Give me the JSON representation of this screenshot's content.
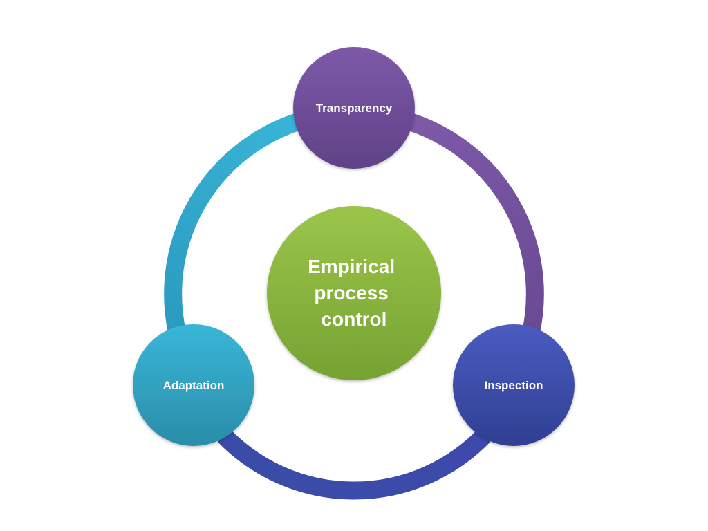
{
  "diagram": {
    "center": {
      "label_lines": [
        "Empirical",
        "process",
        "control"
      ],
      "color_top": "#9bc54a",
      "color_bottom": "#76a232"
    },
    "nodes": [
      {
        "label": "Transparency",
        "color_top": "#7d59a8",
        "color_bottom": "#5f4287"
      },
      {
        "label": "Inspection",
        "color_top": "#4a5cc0",
        "color_bottom": "#2f3f92"
      },
      {
        "label": "Adaptation",
        "color_top": "#39b6d8",
        "color_bottom": "#2a8da8"
      }
    ],
    "arcs": [
      {
        "from": "Transparency",
        "to": "Inspection",
        "color_start": "#7d59a8",
        "color_end": "#6a4a94"
      },
      {
        "from": "Inspection",
        "to": "Adaptation",
        "color_start": "#3d4aab",
        "color_end": "#3a4ca8"
      },
      {
        "from": "Adaptation",
        "to": "Transparency",
        "color_start": "#2a9bbf",
        "color_end": "#38b3d6"
      }
    ]
  }
}
